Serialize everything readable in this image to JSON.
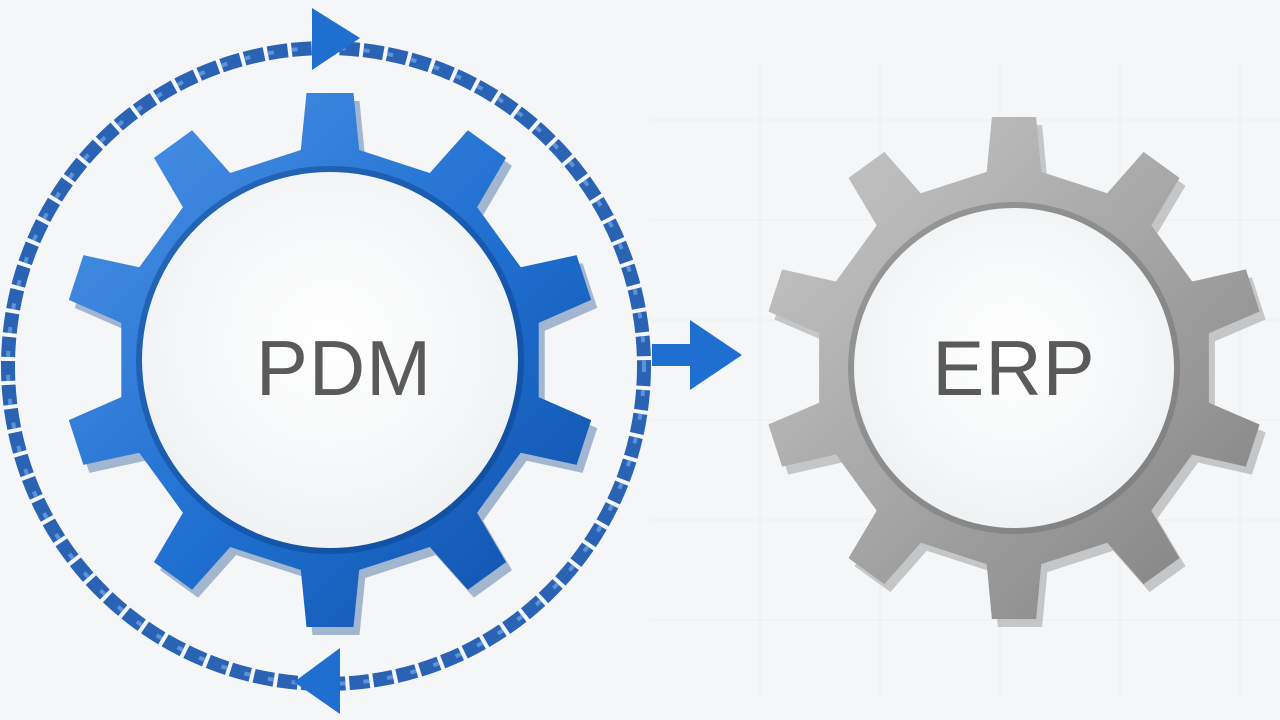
{
  "diagram": {
    "nodes": [
      {
        "id": "pdm",
        "label": "PDM"
      },
      {
        "id": "erp",
        "label": "ERP"
      }
    ],
    "edges": [
      {
        "from": "pdm",
        "to": "erp"
      }
    ],
    "cycle": {
      "node": "pdm",
      "direction": "clockwise"
    },
    "colors": {
      "background": "#f4f6f7",
      "pdm_gear": "#1f6fd0",
      "erp_gear": "#9d9d9d",
      "cycle_arrow": "#2a63b3",
      "connector_arrow": "#1f6fd0",
      "label_text": "#5a5a5a"
    }
  }
}
